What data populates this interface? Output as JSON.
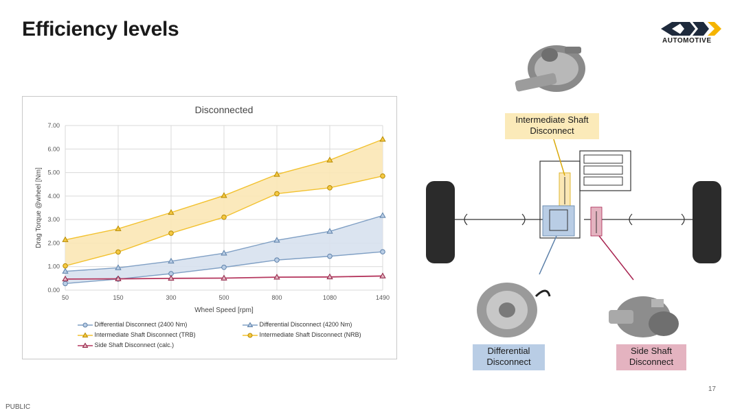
{
  "slide": {
    "title": "Efficiency levels",
    "page_number": "17",
    "classification": "PUBLIC"
  },
  "logo": {
    "text": "AUTOMOTIVE"
  },
  "chart_data": {
    "type": "line",
    "title": "Disconnected",
    "xlabel": "Wheel Speed [rpm]",
    "ylabel": "Drag Torque @wheel [Nm]",
    "categories": [
      "50",
      "150",
      "300",
      "500",
      "800",
      "1080",
      "1490"
    ],
    "ylim": [
      0,
      7
    ],
    "yticks": [
      "0.00",
      "1.00",
      "2.00",
      "3.00",
      "4.00",
      "5.00",
      "6.00",
      "7.00"
    ],
    "grid": true,
    "legend_position": "bottom",
    "series": [
      {
        "name": "Differential Disconnect (2400 Nm)",
        "values": [
          0.28,
          0.47,
          0.7,
          0.97,
          1.28,
          1.44,
          1.63
        ],
        "color": "#7f9fc4",
        "marker": "circle"
      },
      {
        "name": "Differential Disconnect (4200 Nm)",
        "values": [
          0.8,
          0.95,
          1.23,
          1.57,
          2.12,
          2.5,
          3.17
        ],
        "color": "#7f9fc4",
        "marker": "triangle"
      },
      {
        "name": "Intermediate Shaft Disconnect (TRB)",
        "values": [
          2.14,
          2.61,
          3.3,
          4.02,
          4.92,
          5.53,
          6.41
        ],
        "color": "#f2c12e",
        "marker": "triangle"
      },
      {
        "name": "Intermediate Shaft Disconnect (NRB)",
        "values": [
          1.03,
          1.62,
          2.42,
          3.1,
          4.1,
          4.35,
          4.85
        ],
        "color": "#f2c12e",
        "marker": "circle"
      },
      {
        "name": "Side Shaft Disconnect (calc.)",
        "values": [
          0.47,
          0.48,
          0.5,
          0.51,
          0.55,
          0.56,
          0.6
        ],
        "color": "#b5375e",
        "marker": "triangle"
      }
    ],
    "bands": [
      {
        "between": [
          3,
          2
        ],
        "color": "#fbe7b5"
      },
      {
        "between": [
          0,
          1
        ],
        "color": "#d7e1ee"
      }
    ]
  },
  "diagram": {
    "labels": {
      "intermediate": "Intermediate Shaft Disconnect",
      "differential": "Differential Disconnect",
      "side_shaft": "Side Shaft Disconnect"
    },
    "colors": {
      "yellow": "#fbeab9",
      "blue": "#b9cde5",
      "pink": "#e4b3c0",
      "line_blue": "#5b7fa8",
      "line_pink": "#a7224f"
    }
  }
}
